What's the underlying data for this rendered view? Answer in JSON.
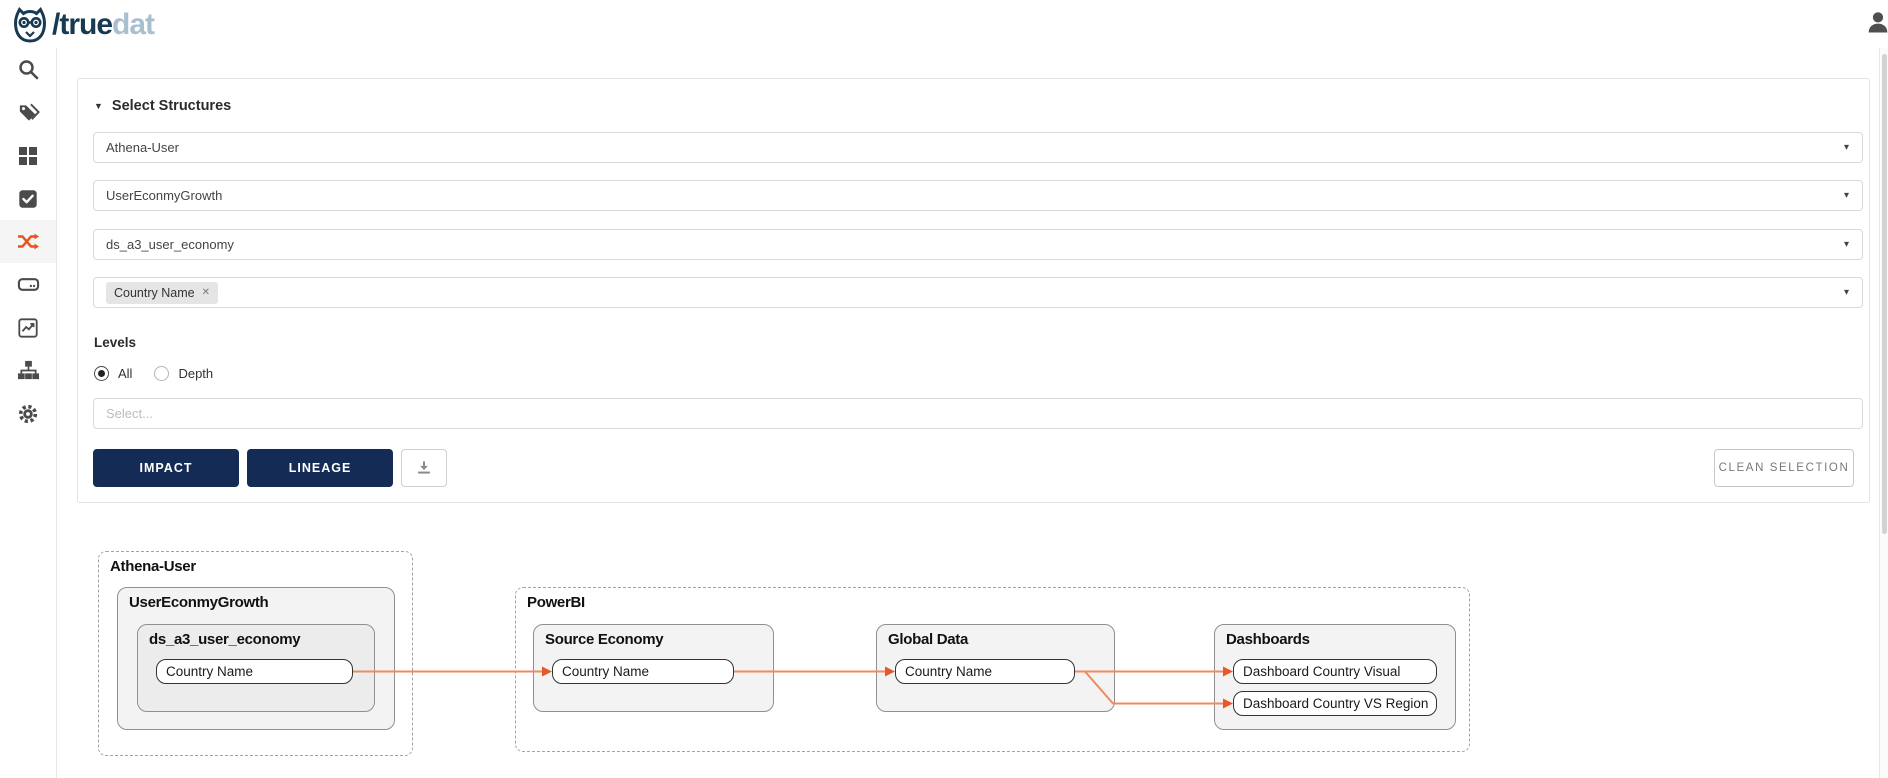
{
  "brand": {
    "slash": "/",
    "name_primary": "true",
    "name_secondary": "dat"
  },
  "sidebar": {
    "items": [
      {
        "icon": "search-icon",
        "active": false
      },
      {
        "icon": "tags-icon",
        "active": false
      },
      {
        "icon": "grid-icon",
        "active": false
      },
      {
        "icon": "check-square-icon",
        "active": false
      },
      {
        "icon": "shuffle-lineage-icon",
        "active": true
      },
      {
        "icon": "drive-icon",
        "active": false
      },
      {
        "icon": "chart-line-icon",
        "active": false
      },
      {
        "icon": "sitemap-icon",
        "active": false
      },
      {
        "icon": "gear-icon",
        "active": false
      }
    ]
  },
  "panel": {
    "title": "Select Structures",
    "structure_selects": [
      {
        "value": "Athena-User"
      },
      {
        "value": "UserEconmyGrowth"
      },
      {
        "value": "ds_a3_user_economy"
      }
    ],
    "field_select": {
      "tag": "Country Name"
    },
    "levels": {
      "label": "Levels",
      "option_all": "All",
      "option_depth": "Depth",
      "selected": "All"
    },
    "depth_select_placeholder": "Select...",
    "actions": {
      "impact": "IMPACT",
      "lineage": "LINEAGE",
      "clean_selection": "CLEAN SELECTION"
    }
  },
  "diagram": {
    "athena": {
      "container": "Athena-User",
      "group": "UserEconmyGrowth",
      "subgroup": "ds_a3_user_economy",
      "field": "Country Name"
    },
    "powerbi": {
      "container": "PowerBI",
      "source_economy": {
        "label": "Source Economy",
        "field": "Country Name"
      },
      "global_data": {
        "label": "Global Data",
        "field": "Country Name"
      },
      "dashboards": {
        "label": "Dashboards",
        "field_1": "Dashboard Country Visual",
        "field_2": "Dashboard Country VS Region"
      }
    }
  },
  "colors": {
    "navy": "#142c55",
    "logo-primary": "#173a53",
    "logo-secondary": "#a8bfcf",
    "accent": "#e5531f",
    "edge": "#f08a5f",
    "arrow": "#e7572a"
  }
}
